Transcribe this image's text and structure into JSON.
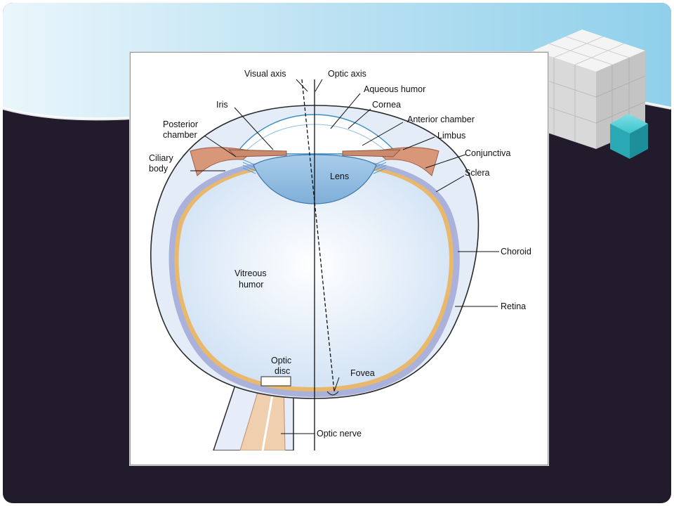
{
  "colors": {
    "slide_background": "#221b2b",
    "banner_light": "#cfe9f6",
    "banner_mid": "#86cde9",
    "cube_grey": "#e6e6e6",
    "cube_teal": "#2bb3c0",
    "sclera": "#e4ecf7",
    "sclera_border": "#2a2a2a",
    "choroid": "#aab2dc",
    "retina": "#e8b86c",
    "ciliary_body": "#d9977a",
    "lens": "#8cb8e0",
    "vitreous": "#d6e6f6",
    "optic_nerve": "#f0cfae",
    "cornea_line": "#3a8fc4"
  },
  "labels": {
    "visual_axis": "Visual axis",
    "optic_axis": "Optic axis",
    "aqueous_humor": "Aqueous humor",
    "cornea": "Cornea",
    "anterior_chamber": "Anterior chamber",
    "iris": "Iris",
    "limbus": "Limbus",
    "posterior_chamber_1": "Posterior",
    "posterior_chamber_2": "chamber",
    "conjunctiva": "Conjunctiva",
    "ciliary_body_1": "Ciliary",
    "ciliary_body_2": "body",
    "sclera": "Sclera",
    "lens": "Lens",
    "choroid": "Choroid",
    "vitreous_humor_1": "Vitreous",
    "vitreous_humor_2": "humor",
    "retina": "Retina",
    "optic_disc_1": "Optic",
    "optic_disc_2": "disc",
    "fovea": "Fovea",
    "optic_nerve": "Optic nerve"
  }
}
